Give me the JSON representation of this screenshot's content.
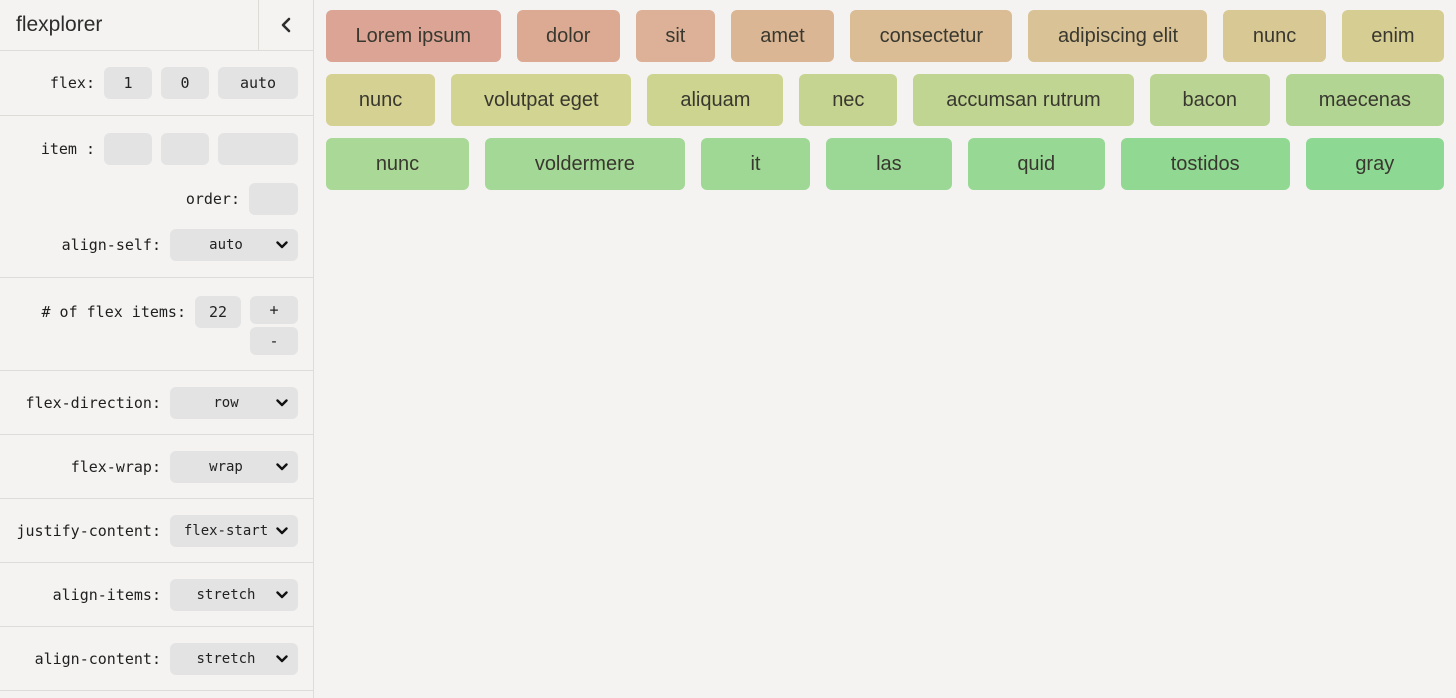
{
  "sidebar": {
    "title": "flexplorer",
    "collapse_icon": "chevron-left",
    "select_arrow_icon": "chevron-down",
    "flex": {
      "label": "flex:",
      "grow": "1",
      "shrink": "0",
      "basis": "auto"
    },
    "item": {
      "label": "item :",
      "grow": "",
      "shrink": "",
      "basis": ""
    },
    "order": {
      "label": "order:",
      "value": ""
    },
    "align_self": {
      "label": "align-self:",
      "value": "auto"
    },
    "count": {
      "label": "# of flex items:",
      "value": "22",
      "plus": "+",
      "minus": "-"
    },
    "flex_direction": {
      "label": "flex-direction:",
      "value": "row"
    },
    "flex_wrap": {
      "label": "flex-wrap:",
      "value": "wrap"
    },
    "justify_content": {
      "label": "justify-content:",
      "value": "flex-start"
    },
    "align_items": {
      "label": "align-items:",
      "value": "stretch"
    },
    "align_content": {
      "label": "align-content:",
      "value": "stretch"
    }
  },
  "main": {
    "rows": [
      {
        "items": [
          {
            "label": "Lorem ipsum",
            "color": "#dba495"
          },
          {
            "label": "dolor",
            "color": "#dcaa93"
          },
          {
            "label": "sit",
            "color": "#dcb197"
          },
          {
            "label": "amet",
            "color": "#dbb695"
          },
          {
            "label": "consectetur",
            "color": "#dabc95"
          },
          {
            "label": "adipiscing elit",
            "color": "#d9c295"
          },
          {
            "label": "nunc",
            "color": "#d8c893"
          },
          {
            "label": "enim",
            "color": "#d6cd92"
          }
        ]
      },
      {
        "items": [
          {
            "label": "nunc",
            "color": "#d5d192"
          },
          {
            "label": "volutpat eget",
            "color": "#d2d491"
          },
          {
            "label": "aliquam",
            "color": "#ccd490"
          },
          {
            "label": "nec",
            "color": "#c6d491"
          },
          {
            "label": "accumsan rutrum",
            "color": "#c0d592"
          },
          {
            "label": "bacon",
            "color": "#bad593"
          },
          {
            "label": "maecenas",
            "color": "#b3d593"
          }
        ]
      },
      {
        "items": [
          {
            "label": "nunc",
            "color": "#a9d897"
          },
          {
            "label": "voldermere",
            "color": "#a4d896"
          },
          {
            "label": "it",
            "color": "#9fd895"
          },
          {
            "label": "las",
            "color": "#9bd895"
          },
          {
            "label": "quid",
            "color": "#96d894"
          },
          {
            "label": "tostidos",
            "color": "#91d893"
          },
          {
            "label": "gray",
            "color": "#8dd993"
          }
        ]
      }
    ]
  },
  "colors": {
    "background": "#f4f3f1",
    "control_bg": "#e3e3e3",
    "divider": "#dddcd8",
    "item_text": "#39382f",
    "label_text": "#1f1f1f"
  }
}
